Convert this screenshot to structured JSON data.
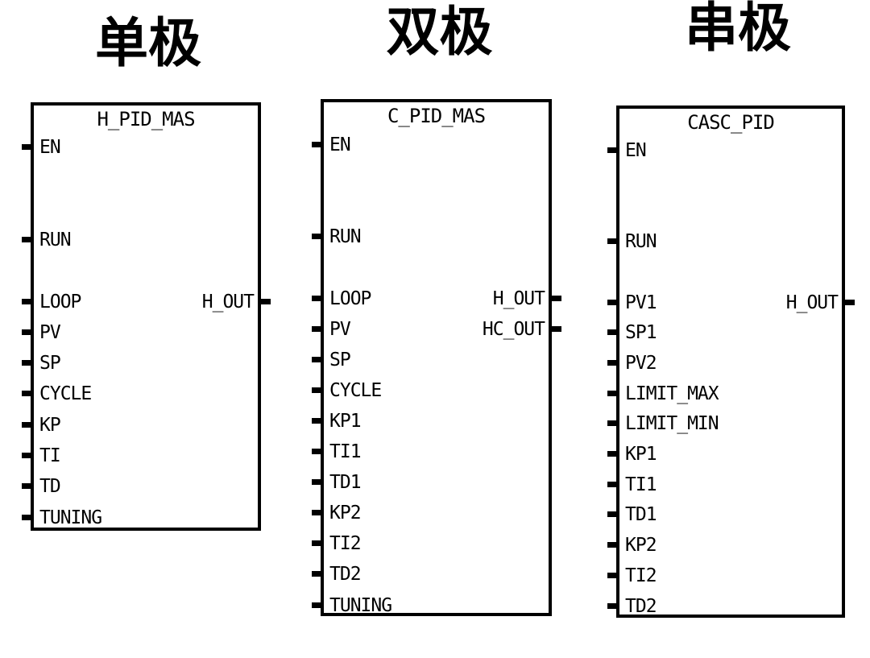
{
  "page": {
    "background_color": "#ffffff",
    "ink_color": "#000000"
  },
  "columns": [
    {
      "heading": "单极",
      "block": {
        "title": "H_PID_MAS",
        "inputs": [
          {
            "label": "EN",
            "row": 0
          },
          {
            "label": "RUN",
            "row": 3
          },
          {
            "label": "LOOP",
            "row": 5
          },
          {
            "label": "PV",
            "row": 6
          },
          {
            "label": "SP",
            "row": 7
          },
          {
            "label": "CYCLE",
            "row": 8
          },
          {
            "label": "KP",
            "row": 9
          },
          {
            "label": "TI",
            "row": 10
          },
          {
            "label": "TD",
            "row": 11
          },
          {
            "label": "TUNING",
            "row": 12
          }
        ],
        "outputs": [
          {
            "label": "H_OUT",
            "row": 5
          }
        ]
      }
    },
    {
      "heading": "双极",
      "block": {
        "title": "C_PID_MAS",
        "inputs": [
          {
            "label": "EN",
            "row": 0
          },
          {
            "label": "RUN",
            "row": 3
          },
          {
            "label": "LOOP",
            "row": 5
          },
          {
            "label": "PV",
            "row": 6
          },
          {
            "label": "SP",
            "row": 7
          },
          {
            "label": "CYCLE",
            "row": 8
          },
          {
            "label": "KP1",
            "row": 9
          },
          {
            "label": "TI1",
            "row": 10
          },
          {
            "label": "TD1",
            "row": 11
          },
          {
            "label": "KP2",
            "row": 12
          },
          {
            "label": "TI2",
            "row": 13
          },
          {
            "label": "TD2",
            "row": 14
          },
          {
            "label": "TUNING",
            "row": 15
          }
        ],
        "outputs": [
          {
            "label": "H_OUT",
            "row": 5
          },
          {
            "label": "HC_OUT",
            "row": 6
          }
        ]
      }
    },
    {
      "heading": "串极",
      "block": {
        "title": "CASC_PID",
        "inputs": [
          {
            "label": "EN",
            "row": 0
          },
          {
            "label": "RUN",
            "row": 3
          },
          {
            "label": "PV1",
            "row": 5
          },
          {
            "label": "SP1",
            "row": 6
          },
          {
            "label": "PV2",
            "row": 7
          },
          {
            "label": "LIMIT_MAX",
            "row": 8
          },
          {
            "label": "LIMIT_MIN",
            "row": 9
          },
          {
            "label": "KP1",
            "row": 10
          },
          {
            "label": "TI1",
            "row": 11
          },
          {
            "label": "TD1",
            "row": 12
          },
          {
            "label": "KP2",
            "row": 13
          },
          {
            "label": "TI2",
            "row": 14
          },
          {
            "label": "TD2",
            "row": 15
          }
        ],
        "outputs": [
          {
            "label": "H_OUT",
            "row": 5
          }
        ]
      }
    }
  ]
}
